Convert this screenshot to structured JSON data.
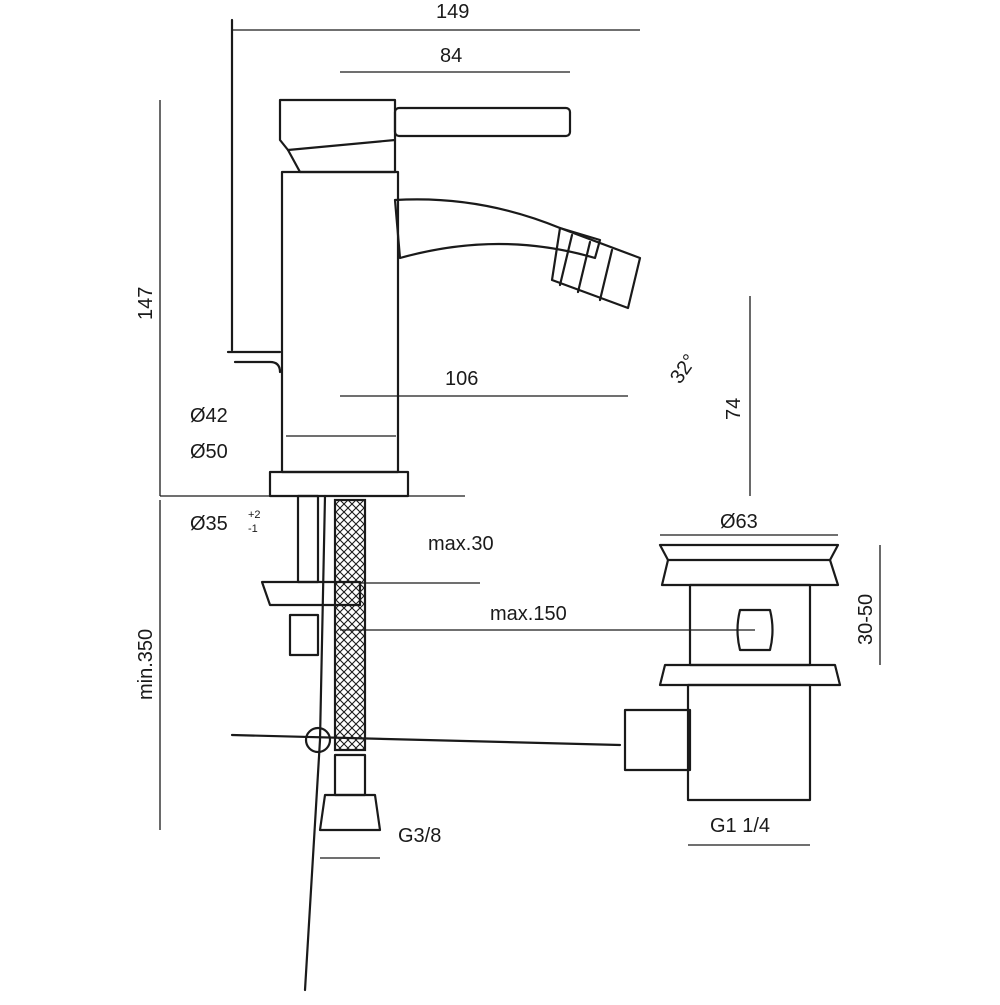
{
  "dimensions": {
    "width_149": "149",
    "width_84": "84",
    "height_147": "147",
    "spout_106": "106",
    "spout_height_74": "74",
    "angle_32": "32°",
    "dia_42": "Ø42",
    "dia_50": "Ø50",
    "hole_35": "Ø35",
    "hole_35_tol_plus": "+2",
    "hole_35_tol_minus": "-1",
    "max_30": "max.30",
    "max_150": "max.150",
    "min_350": "min.350",
    "thread_g38": "G3/8",
    "waste_dia_63": "Ø63",
    "waste_range": "30-50",
    "waste_thread": "G1 1/4"
  }
}
